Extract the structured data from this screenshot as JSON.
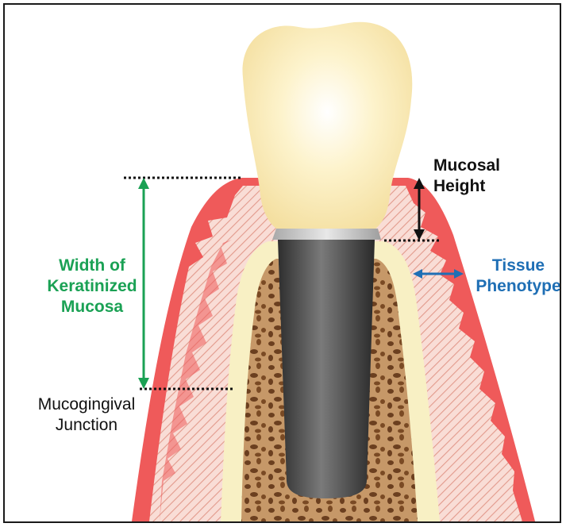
{
  "labels": {
    "width_keratinized": [
      "Width of",
      "Keratinized",
      "Mucosa"
    ],
    "mucogingival": [
      "Mucogingival",
      "Junction"
    ],
    "mucosal_height": [
      "Mucosal",
      "Height"
    ],
    "tissue_phenotype": [
      "Tissue",
      "Phenotype"
    ]
  },
  "colors": {
    "gingiva_outer": "#ef5a5a",
    "gingiva_inner": "#f5c9c0",
    "bone_cortical": "#f8f0c4",
    "bone_cancellous": "#c99a6c",
    "crown": "#fdf1c0",
    "implant": "#4a4a4a",
    "abutment_collar": "#c8c8c8",
    "keratinized_label": "#1aa154",
    "phenotype_label": "#1f6fb5",
    "mucosal_label": "#111111"
  }
}
